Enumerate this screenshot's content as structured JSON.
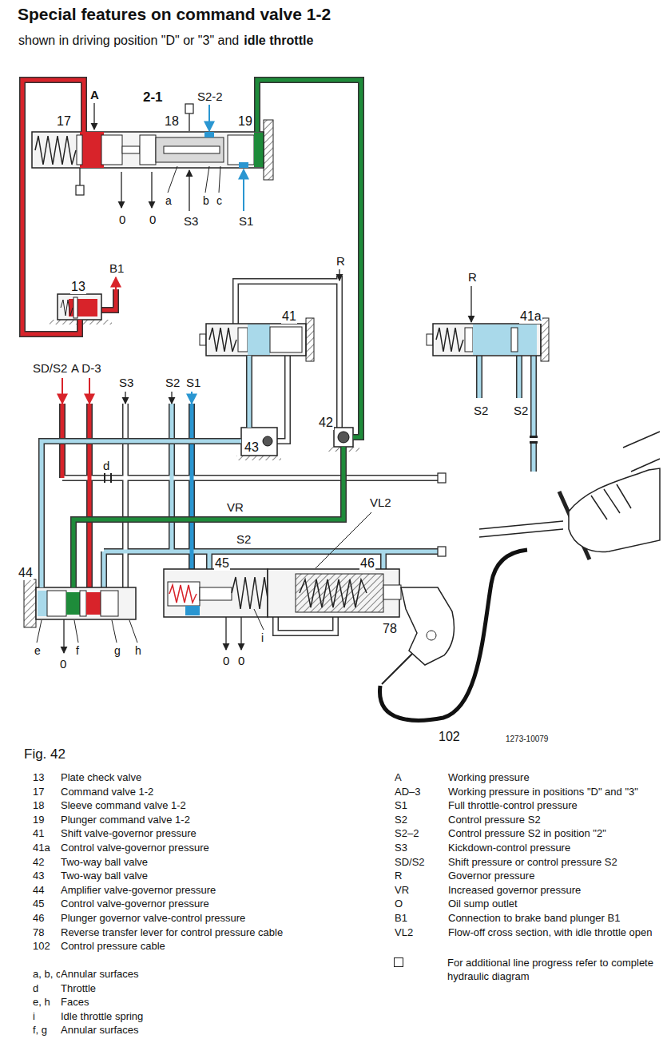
{
  "diagram": {
    "title": "Special features on command valve 1-2",
    "caption": "Fig. 42",
    "nodes": [
      {
        "text": [
          "17"
        ]
      },
      {
        "text": [
          "18"
        ]
      },
      {
        "text": [
          "19"
        ]
      },
      {
        "text": [
          "13"
        ]
      },
      {
        "text": [
          "41"
        ]
      },
      {
        "text": [
          "41a"
        ]
      },
      {
        "text": [
          "43"
        ]
      },
      {
        "text": [
          "42"
        ]
      },
      {
        "text": [
          "44"
        ]
      },
      {
        "text": [
          "45"
        ]
      },
      {
        "text": [
          "46"
        ]
      }
    ],
    "edges": [
      {
        "from": 0,
        "to": 3,
        "arrow": "none"
      },
      {
        "from": 7,
        "to": 2,
        "arrow": "none"
      },
      {
        "from": 8,
        "to": 7,
        "arrow": "none"
      },
      {
        "from": 4,
        "to": 6,
        "arrow": "none"
      },
      {
        "from": 6,
        "to": 8,
        "arrow": "none"
      }
    ],
    "labels": [
      "shown in driving position \"D\" or \"3\" and",
      "idle throttle",
      "A",
      "2-1",
      "S2-2",
      "0",
      "0",
      "a",
      "S3",
      "b",
      "c",
      "S1",
      "B1",
      "R",
      "R",
      "S2",
      "S2",
      "SD/S2",
      "A D-3",
      "S3",
      "S2",
      "S1",
      "d",
      "VR",
      "VL2",
      "S2",
      "e",
      "0",
      "f",
      "g",
      "h",
      "0",
      "0",
      "i",
      "78",
      "102",
      "1273-10079",
      "13",
      "Plate check valve",
      "17",
      "Command valve 1-2",
      "18",
      "Sleeve command valve 1-2",
      "19",
      "Plunger command valve 1-2",
      "41",
      "Shift valve-governor pressure",
      "41a",
      "Control valve-governor pressure",
      "42",
      "Two-way ball valve",
      "43",
      "Two-way ball valve",
      "44",
      "Amplifier valve-governor pressure",
      "45",
      "Control valve-governor pressure",
      "46",
      "Plunger governor valve-control pressure",
      "78",
      "Reverse transfer lever for control pressure cable",
      "102",
      "Control pressure cable",
      "a, b, c",
      "Annular surfaces",
      "d",
      "Throttle",
      "e, h",
      "Faces",
      "i",
      "Idle throttle spring",
      "f, g",
      "Annular surfaces",
      "A",
      "Working pressure",
      "AD–3",
      "Working pressure in positions \"D\" and \"3\"",
      "S1",
      "Full throttle-control pressure",
      "S2",
      "Control pressure S2",
      "S2–2",
      "Control pressure S2 in position \"2\"",
      "S3",
      "Kickdown-control pressure",
      "SD/S2",
      "Shift pressure or control pressure S2",
      "R",
      "Governor pressure",
      "VR",
      "Increased governor pressure",
      "O",
      "Oil sump outlet",
      "B1",
      "Connection to brake band plunger B1",
      "VL2",
      "Flow-off cross section, with idle throttle open"
    ],
    "legend": [
      {
        "text": "For additional line progress refer to complete hydraulic diagram"
      }
    ]
  }
}
